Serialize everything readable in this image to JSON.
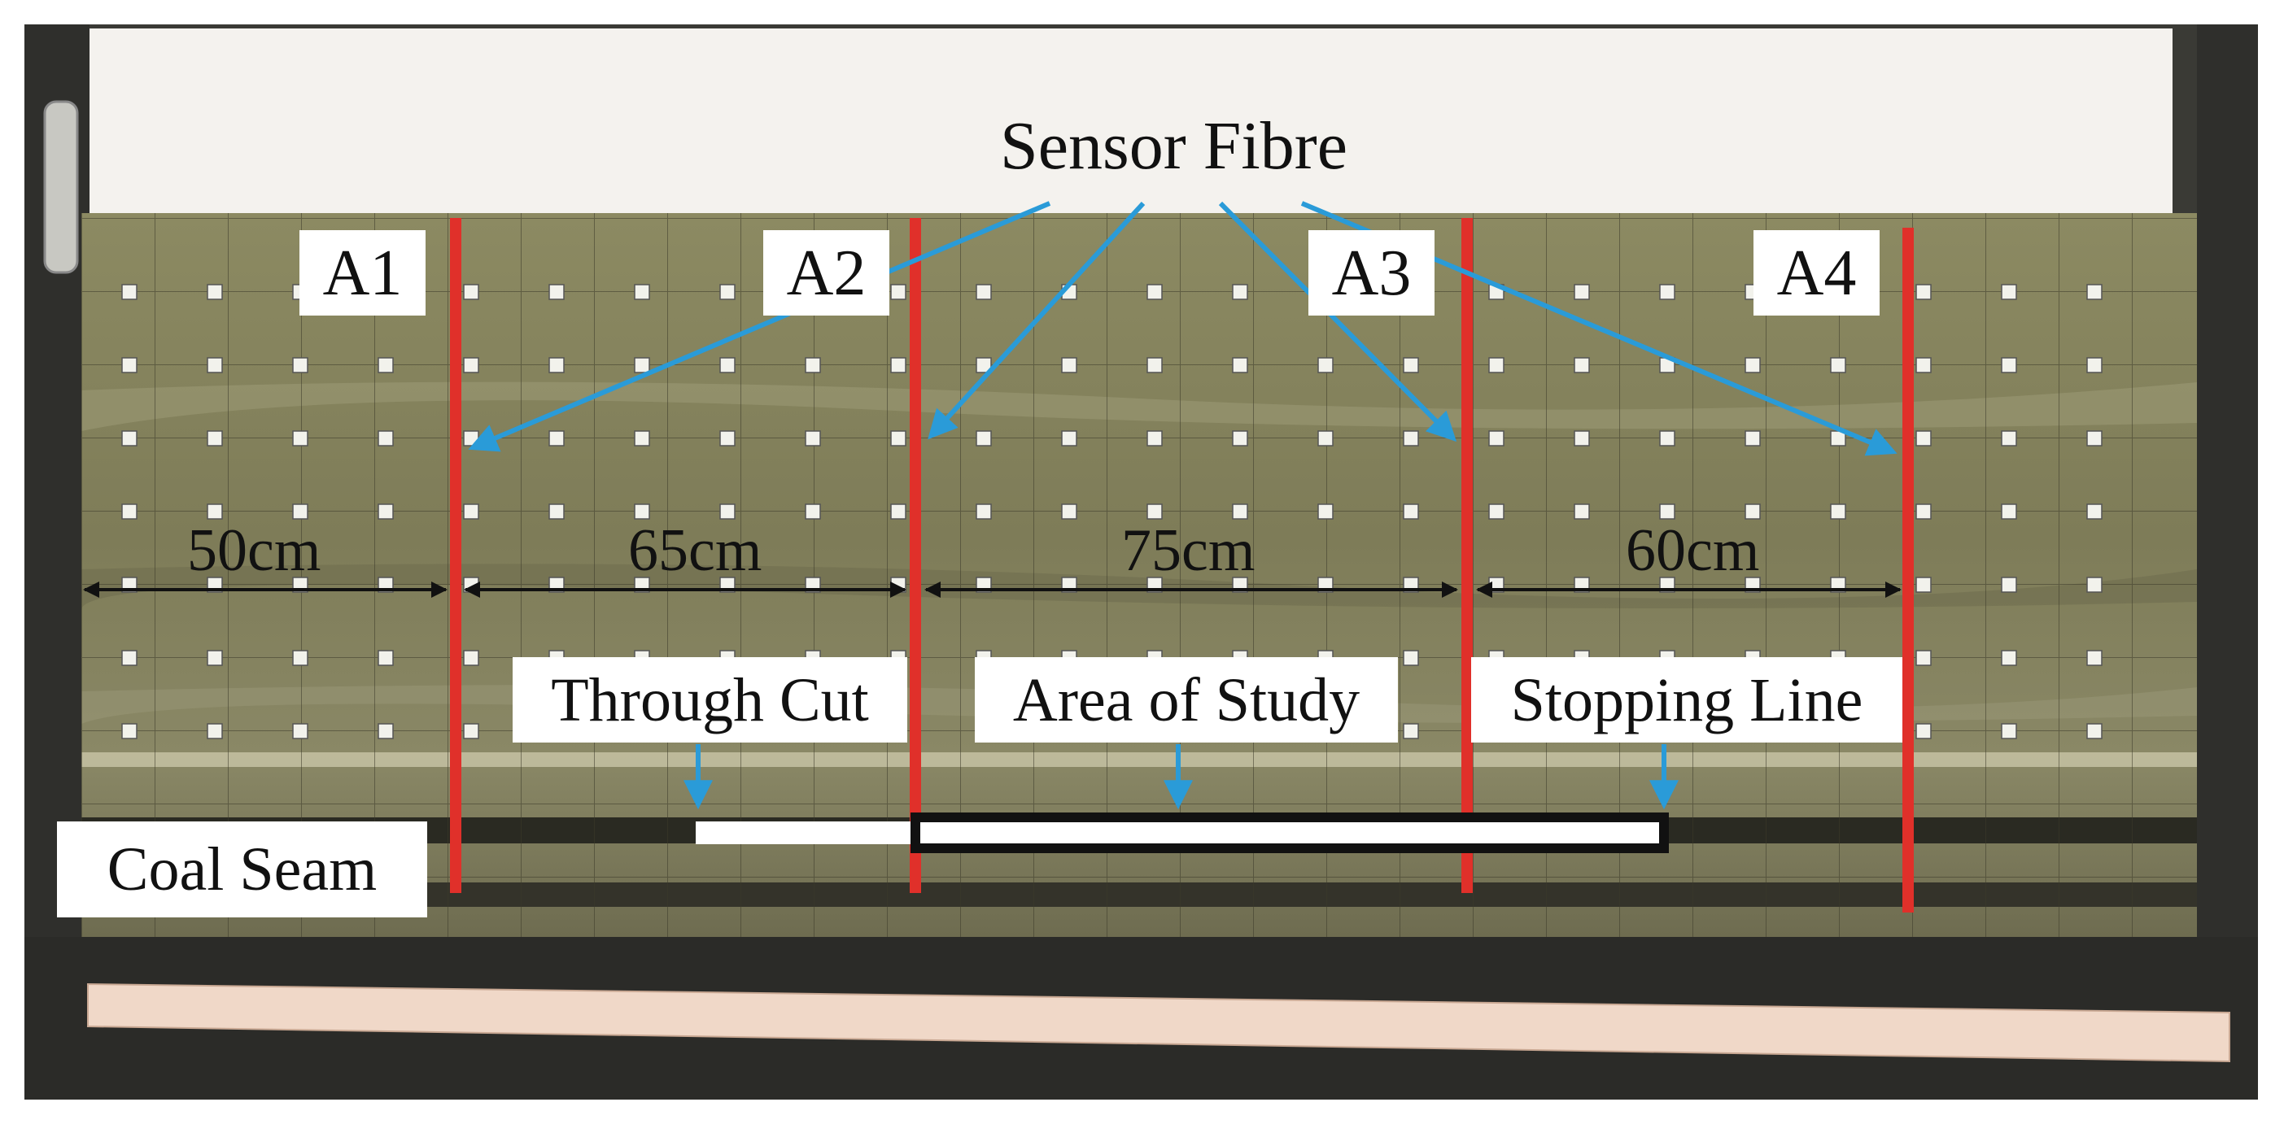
{
  "labels": {
    "sensor_fibre": "Sensor  Fibre",
    "a1": "A1",
    "a2": "A2",
    "a3": "A3",
    "a4": "A4",
    "through_cut": "Through Cut",
    "area_of_study": "Area of Study",
    "stopping_line": "Stopping Line",
    "coal_seam": "Coal Seam"
  },
  "dimensions": {
    "d1": "50cm",
    "d2": "65cm",
    "d3": "75cm",
    "d4": "60cm"
  },
  "colors": {
    "fibre_line": "#e0302a",
    "arrow": "#2a9bd8",
    "rock": "#8a8660",
    "coal": "#2a2a22",
    "frame": "#3a3a35",
    "tape": "#f0d8c8"
  }
}
